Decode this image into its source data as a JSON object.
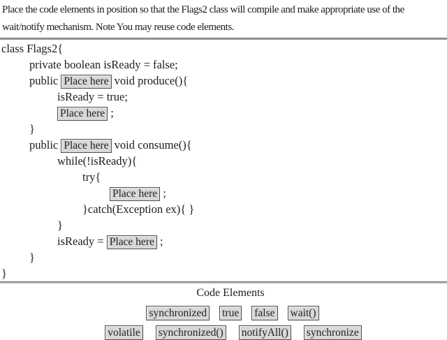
{
  "question": {
    "line1": "Place the code elements in position so that the Flags2 class will compile and make appropriate use of the",
    "line2": "wait/notify mechanism. Note You may reuse code elements."
  },
  "code": {
    "slot_label": "Place here",
    "lines": {
      "l1": "class Flags2{",
      "l2": "private boolean isReady = false;",
      "l3_pre": "public ",
      "l3_post": " void produce(){",
      "l4": "isReady = true;",
      "l5_post": " ;",
      "l6": "}",
      "l7_pre": "public ",
      "l7_post": " void consume(){",
      "l8": "while(!isReady){",
      "l9": "try{",
      "l10_post": " ;",
      "l11": "}catch(Exception ex){ }",
      "l12": "}",
      "l13_pre": "isReady = ",
      "l13_post": " ;",
      "l14": "}",
      "l15": "}"
    }
  },
  "elements": {
    "title": "Code Elements",
    "row1": [
      "synchronized",
      "true",
      "false",
      "wait()"
    ],
    "row2": [
      "volatile",
      "synchronized()",
      "notifyAll()",
      "synchronize"
    ]
  },
  "colors": {
    "tile_fill": "#d8d8d8",
    "tile_border": "#4e4e4e",
    "separator": "#9a9a9a"
  }
}
